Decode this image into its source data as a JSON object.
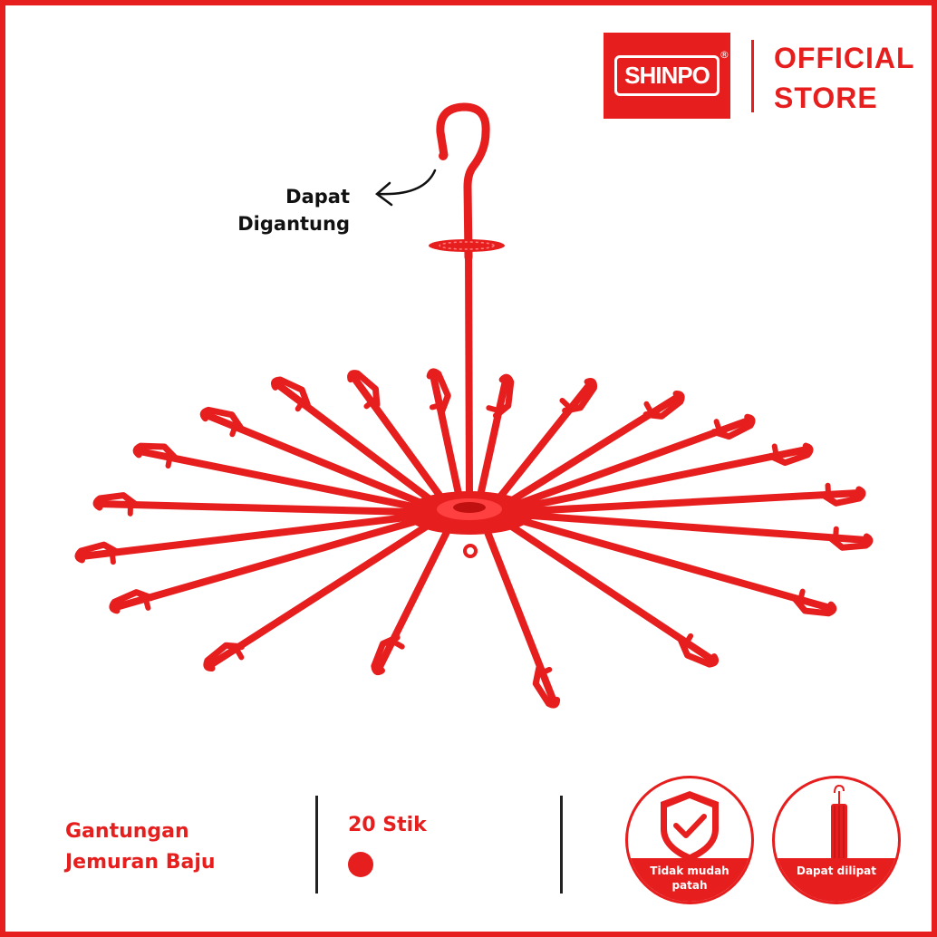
{
  "brand": {
    "name": "SHINPO",
    "registered": "®"
  },
  "store": {
    "line1": "OFFICIAL",
    "line2": "STORE"
  },
  "callout": {
    "line1": "Dapat",
    "line2": "Digantung"
  },
  "product": {
    "name_line1": "Gantungan",
    "name_line2": "Jemuran Baju",
    "count_label": "20 Stik",
    "color": "#e61e1e"
  },
  "features": [
    {
      "label_line1": "Tidak mudah",
      "label_line2": "patah",
      "icon": "shield-check-icon"
    },
    {
      "label_line1": "Dapat dilipat",
      "label_line2": "",
      "icon": "folded-hanger-icon"
    }
  ],
  "colors": {
    "accent": "#e61e1e",
    "text_dark": "#111111"
  }
}
